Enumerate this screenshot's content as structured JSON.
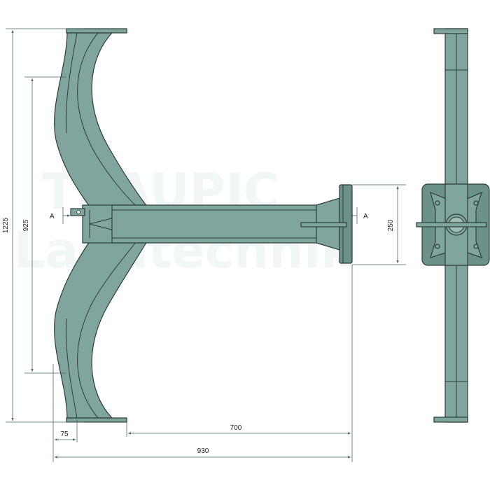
{
  "watermark": {
    "line1": "TRAUPIC",
    "line2": "Landtechnik"
  },
  "dimensions": {
    "overall_height": "1225",
    "inner_height": "925",
    "flange_height": "250",
    "length_center": "700",
    "offset_left": "75",
    "overall_length": "930"
  },
  "section_labels": {
    "left": "A",
    "right": "A"
  },
  "colors": {
    "part_fill": "#7fa59c",
    "outline": "#2c3c38",
    "dimension_line": "#4a6a63"
  }
}
